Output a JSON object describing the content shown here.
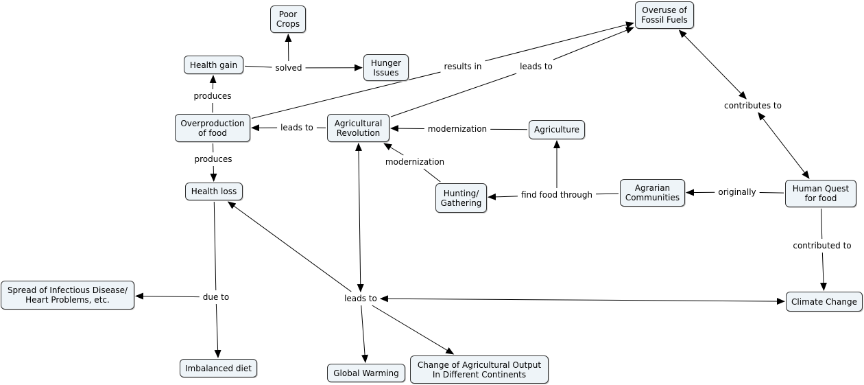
{
  "concept_map": {
    "concepts": [
      {
        "id": "poor_crops",
        "label": "Poor\nCrops"
      },
      {
        "id": "overuse_fossil",
        "label": "Overuse of\nFossil Fuels"
      },
      {
        "id": "health_gain",
        "label": "Health gain"
      },
      {
        "id": "hunger_issues",
        "label": "Hunger\nIssues"
      },
      {
        "id": "overproduction",
        "label": "Overproduction\nof food"
      },
      {
        "id": "agri_revolution",
        "label": "Agricultural\nRevolution"
      },
      {
        "id": "agriculture",
        "label": "Agriculture"
      },
      {
        "id": "health_loss",
        "label": "Health loss"
      },
      {
        "id": "hunting",
        "label": "Hunting/\nGathering"
      },
      {
        "id": "agrarian",
        "label": "Agrarian\nCommunities"
      },
      {
        "id": "human_quest",
        "label": "Human Quest\nfor food"
      },
      {
        "id": "spread_disease",
        "label": "Spread of Infectious Disease/\nHeart Problems, etc."
      },
      {
        "id": "climate_change",
        "label": "Climate Change"
      },
      {
        "id": "imbalanced_diet",
        "label": "Imbalanced diet"
      },
      {
        "id": "global_warming",
        "label": "Global Warming"
      },
      {
        "id": "change_output",
        "label": "Change of Agricultural Output\nIn Different Continents"
      }
    ],
    "linking_phrases": [
      {
        "id": "solved",
        "label": "solved"
      },
      {
        "id": "results_in",
        "label": "results in"
      },
      {
        "id": "leads_to_1",
        "label": "leads to"
      },
      {
        "id": "contributes_to",
        "label": "contributes to"
      },
      {
        "id": "produces_1",
        "label": "produces"
      },
      {
        "id": "leads_to_2",
        "label": "leads to"
      },
      {
        "id": "modernization_1",
        "label": "modernization"
      },
      {
        "id": "produces_2",
        "label": "produces"
      },
      {
        "id": "modernization_2",
        "label": "modernization"
      },
      {
        "id": "find_food_through",
        "label": "find food through"
      },
      {
        "id": "originally",
        "label": "originally"
      },
      {
        "id": "contributed_to",
        "label": "contributed to"
      },
      {
        "id": "due_to",
        "label": "due to"
      },
      {
        "id": "leads_to_3",
        "label": "leads to"
      }
    ],
    "connections": [
      {
        "from": "health_gain",
        "to": "solved",
        "arrow": "none"
      },
      {
        "from": "solved",
        "to": "poor_crops",
        "arrow": "end"
      },
      {
        "from": "solved",
        "to": "hunger_issues",
        "arrow": "end"
      },
      {
        "from": "overproduction",
        "to": "results_in",
        "arrow": "none"
      },
      {
        "from": "results_in",
        "to": "overuse_fossil",
        "arrow": "end"
      },
      {
        "from": "agri_revolution",
        "to": "leads_to_1",
        "arrow": "none"
      },
      {
        "from": "leads_to_1",
        "to": "overuse_fossil",
        "arrow": "end"
      },
      {
        "from": "overuse_fossil",
        "to": "contributes_to",
        "arrow": "both"
      },
      {
        "from": "contributes_to",
        "to": "human_quest",
        "arrow": "both"
      },
      {
        "from": "overproduction",
        "to": "produces_1",
        "arrow": "none"
      },
      {
        "from": "produces_1",
        "to": "health_gain",
        "arrow": "end"
      },
      {
        "from": "overproduction",
        "to": "produces_2",
        "arrow": "none"
      },
      {
        "from": "produces_2",
        "to": "health_loss",
        "arrow": "end"
      },
      {
        "from": "agri_revolution",
        "to": "leads_to_2",
        "arrow": "none"
      },
      {
        "from": "leads_to_2",
        "to": "overproduction",
        "arrow": "end"
      },
      {
        "from": "agriculture",
        "to": "modernization_1",
        "arrow": "none"
      },
      {
        "from": "modernization_1",
        "to": "agri_revolution",
        "arrow": "end"
      },
      {
        "from": "hunting",
        "to": "modernization_2",
        "arrow": "none"
      },
      {
        "from": "modernization_2",
        "to": "agri_revolution",
        "arrow": "end"
      },
      {
        "from": "agrarian",
        "to": "find_food_through",
        "arrow": "none"
      },
      {
        "from": "find_food_through",
        "to": "hunting",
        "arrow": "end"
      },
      {
        "from": "find_food_through",
        "to": "agriculture",
        "arrow": "end"
      },
      {
        "from": "human_quest",
        "to": "originally",
        "arrow": "none"
      },
      {
        "from": "originally",
        "to": "agrarian",
        "arrow": "end"
      },
      {
        "from": "human_quest",
        "to": "contributed_to",
        "arrow": "none"
      },
      {
        "from": "contributed_to",
        "to": "climate_change",
        "arrow": "end"
      },
      {
        "from": "health_loss",
        "to": "due_to",
        "arrow": "none"
      },
      {
        "from": "due_to",
        "to": "spread_disease",
        "arrow": "end"
      },
      {
        "from": "due_to",
        "to": "imbalanced_diet",
        "arrow": "end"
      },
      {
        "from": "agri_revolution",
        "to": "leads_to_3",
        "arrow": "both"
      },
      {
        "from": "leads_to_3",
        "to": "health_loss",
        "arrow": "end"
      },
      {
        "from": "leads_to_3",
        "to": "global_warming",
        "arrow": "end"
      },
      {
        "from": "leads_to_3",
        "to": "change_output",
        "arrow": "end"
      },
      {
        "from": "leads_to_3",
        "to": "climate_change",
        "arrow": "both"
      }
    ]
  }
}
